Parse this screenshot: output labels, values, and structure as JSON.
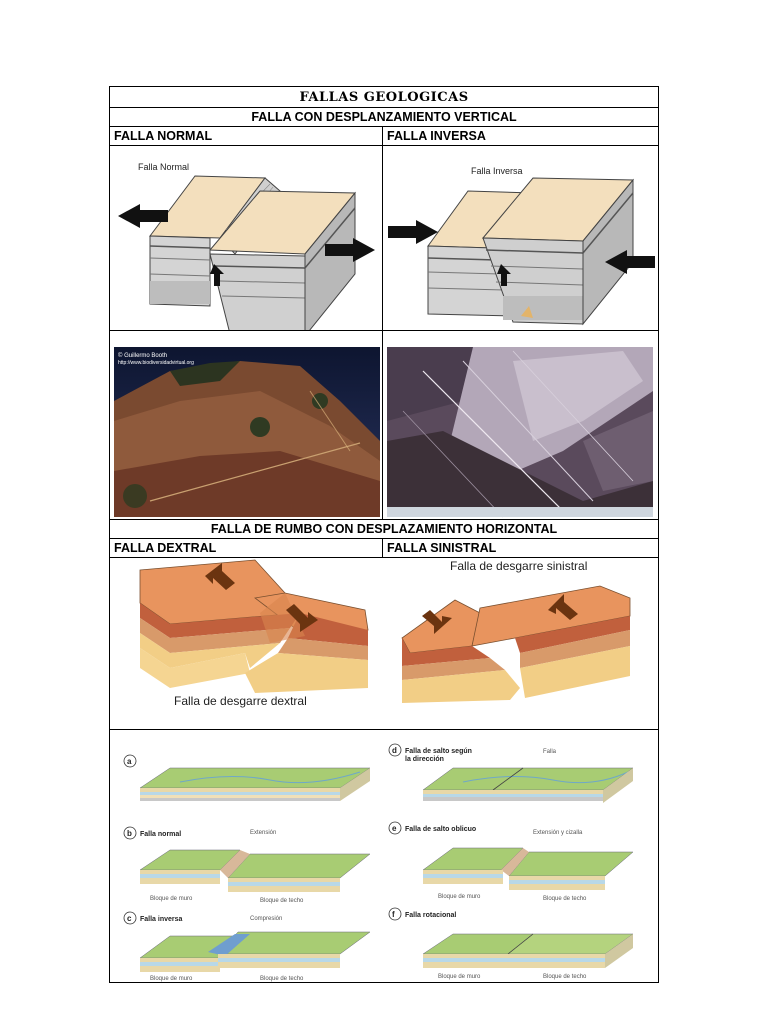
{
  "document": {
    "title": "FALLAS GEOLOGICAS",
    "vertical_section": "FALLA CON DESPLANZAMIENTO VERTICAL",
    "normal_label": "FALLA NORMAL",
    "inverse_label": "FALLA INVERSA",
    "horizontal_section": "FALLA  DE RUMBO CON DESPLAZAMIENTO HORIZONTAL",
    "dextral_label": "FALLA DEXTRAL",
    "sinistral_label": "FALLA SINISTRAL"
  },
  "diagrams": {
    "normal_caption": "Falla Normal",
    "inverse_caption": "Falla Inversa",
    "photo_credit_1": "© Guillermo Booth",
    "photo_credit_2": "http://www.biodiversidadvirtual.org",
    "dextral_caption": "Falla de desgarre dextral",
    "sinistral_caption": "Falla de desgarre sinistral"
  },
  "panels": {
    "a": {
      "letter": "a",
      "label": ""
    },
    "b": {
      "letter": "b",
      "label": "Falla normal",
      "top": "Extensión",
      "left": "Bloque de muro",
      "right": "Bloque de techo"
    },
    "c": {
      "letter": "c",
      "label": "Falla inversa",
      "top": "Compresión",
      "left": "Bloque de muro",
      "right": "Bloque de techo"
    },
    "d": {
      "letter": "d",
      "label": "Falla de salto según",
      "label2": "la dirección",
      "top": "Falla"
    },
    "e": {
      "letter": "e",
      "label": "Falla de salto oblicuo",
      "top": "Extensión y cizalla",
      "left": "Bloque de muro",
      "right": "Bloque de techo"
    },
    "f": {
      "letter": "f",
      "label": "Falla rotacional",
      "left": "Bloque de muro",
      "right": "Bloque de techo"
    }
  }
}
